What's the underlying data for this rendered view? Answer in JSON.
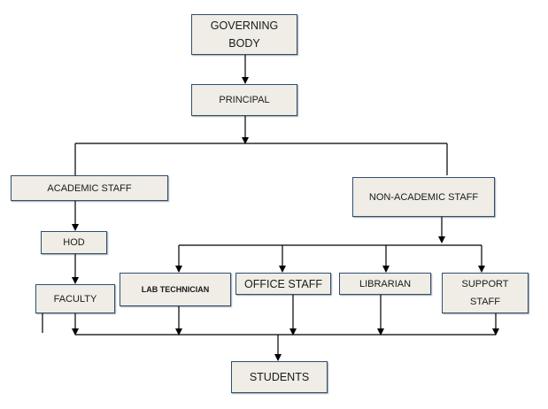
{
  "nodes": {
    "governing_body": "GOVERNING\nBODY",
    "principal": "PRINCIPAL",
    "academic_staff": "ACADEMIC STAFF",
    "non_academic_staff": "NON-ACADEMIC STAFF",
    "hod": "HOD",
    "faculty": "FACULTY",
    "lab_technician": "LAB TECHNICIAN",
    "office_staff": "OFFICE STAFF",
    "librarian": "LIBRARIAN",
    "support_staff": "SUPPORT\nSTAFF",
    "students": "STUDENTS"
  },
  "colors": {
    "box_fill": "#efede5",
    "box_border": "#2e4f72",
    "line": "#000000"
  }
}
